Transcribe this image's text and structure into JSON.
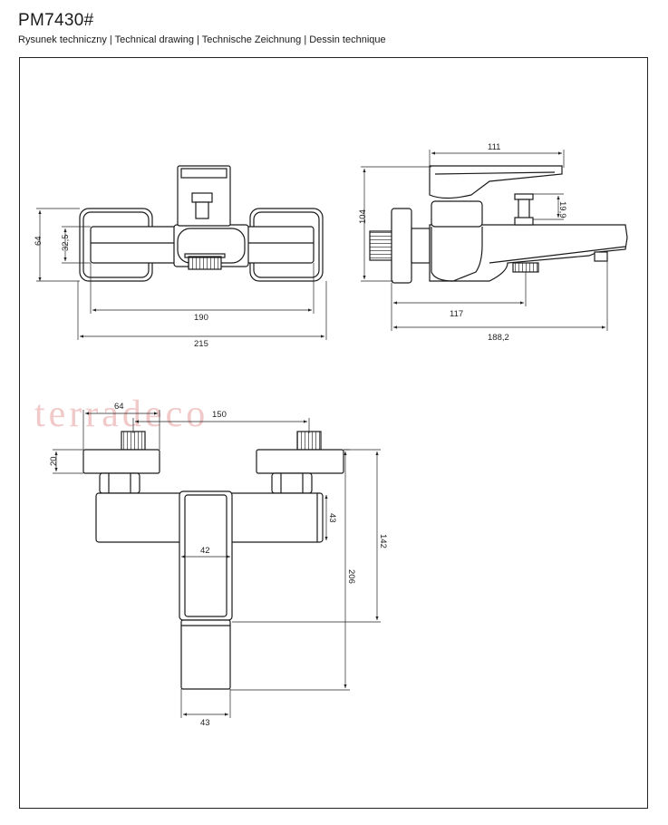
{
  "header": {
    "product_code": "PM7430#",
    "subtitle": "Rysunek techniczny | Technical drawing | Technische Zeichnung | Dessin technique"
  },
  "watermark": "terradeco",
  "dimensions": {
    "front": {
      "d64": "64",
      "d32_5": "32,5",
      "d190": "190",
      "d215": "215"
    },
    "side": {
      "d111": "111",
      "d104": "104",
      "d19_9": "19,9",
      "d117": "117",
      "d188_2": "188,2"
    },
    "top": {
      "d64": "64",
      "d150": "150",
      "d20": "20",
      "d43a": "43",
      "d42": "42",
      "d206": "206",
      "d142": "142",
      "d43b": "43"
    }
  },
  "colors": {
    "line": "#1a1a1a",
    "watermark": "#f1c9c9"
  }
}
